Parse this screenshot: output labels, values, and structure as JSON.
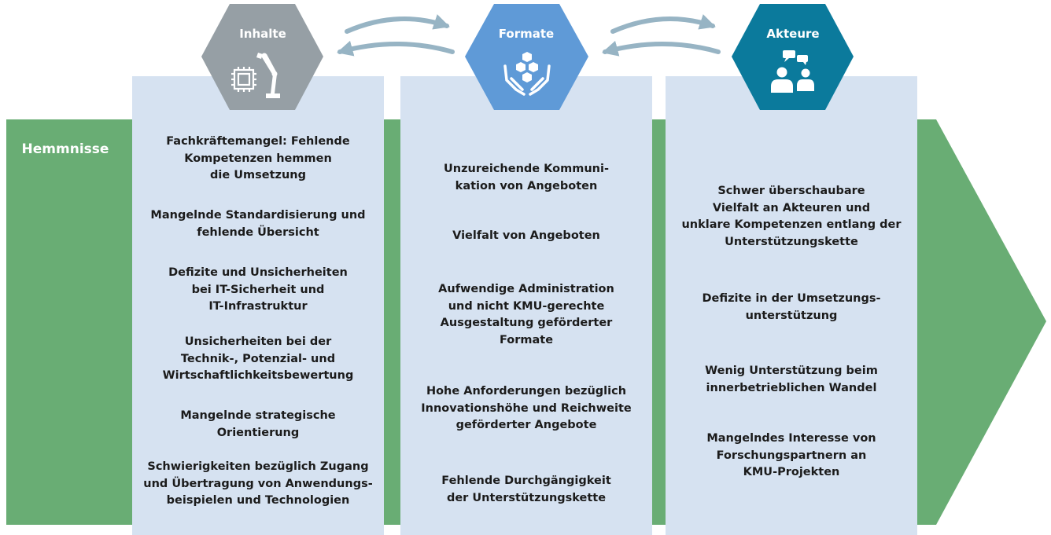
{
  "row_label": "Hemmnisse",
  "colors": {
    "arrow_green": "#69ad74",
    "column_bg": "#d6e2f1",
    "hex_inhalte": "#969fa5",
    "hex_formate": "#5f9ad7",
    "hex_akteure": "#0b7a9c",
    "cycle_arrows": "#97b4c4"
  },
  "columns": [
    {
      "title": "Inhalte",
      "icon": "robot-arm-chip-icon",
      "items": [
        "Fachkräftemangel: Fehlende\nKompetenzen hemmen\ndie Umsetzung",
        "Mangelnde Standardisierung und\nfehlende Übersicht",
        "Defizite und Unsicherheiten\nbei IT-Sicherheit und\nIT-Infrastruktur",
        "Unsicherheiten bei der\nTechnik-, Potenzial- und\nWirtschaftlichkeitsbewertung",
        "Mangelnde strategische\nOrientierung",
        "Schwierigkeiten bezüglich Zugang\nund Übertragung von Anwendungs-\nbeispielen und Technologien"
      ]
    },
    {
      "title": "Formate",
      "icon": "hands-hexagons-icon",
      "items": [
        "Unzureichende Kommuni-\nkation von Angeboten",
        "Vielfalt von Angeboten",
        "Aufwendige Administration\nund nicht KMU-gerechte\nAusgestaltung geförderter\nFormate",
        "Hohe Anforderungen bezüglich\nInnovationshöhe und Reichweite\ngeförderter Angebote",
        "Fehlende Durchgängigkeit\nder Unterstützungskette"
      ]
    },
    {
      "title": "Akteure",
      "icon": "people-speech-icon",
      "items": [
        "Schwer überschaubare\nVielfalt an Akteuren und\nunklare Kompetenzen entlang der\nUnterstützungskette",
        "Defizite in der Umsetzungs-\nunterstützung",
        "Wenig Unterstützung beim\ninnerbetrieblichen Wandel",
        "Mangelndes Interesse von\nForschungspartnern an\nKMU-Projekten"
      ]
    }
  ]
}
